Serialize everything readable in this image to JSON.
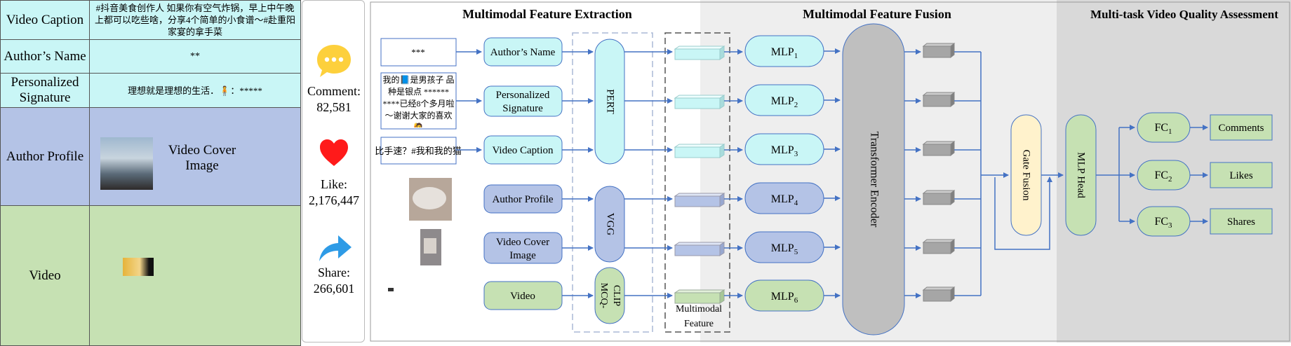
{
  "table": {
    "caption_label": "Video Caption",
    "caption_value": "#抖音美食创作人 如果你有空气炸锅，早上中午晚上都可以吃些啥，分享4个简单的小食谱～#赴重阳家宴的拿手菜",
    "author_name_label": "Author’s Name",
    "author_name_value": "**",
    "signature_label": "Personalized Signature",
    "signature_value": "理想就是理想的生活．🧍：*****",
    "author_profile_label": "Author Profile",
    "cover_label": "Video Cover Image",
    "video_label": "Video"
  },
  "engagement": {
    "comment_label": "Comment:",
    "comment_value": "82,581",
    "like_label": "Like:",
    "like_value": "2,176,447",
    "share_label": "Share:",
    "share_value": "266,601"
  },
  "sections": {
    "extraction": "Multimodal  Feature  Extraction",
    "fusion": "Multimodal  Feature  Fusion",
    "assessment": "Multi-task Video Quality Assessment"
  },
  "inputs": {
    "name_text": "***",
    "signature_text": "我的📘是男孩子 品种是银点 ****** ****已经8个多月啦～谢谢大家的喜欢🙋",
    "caption_text": "比手速？#我和我的猫"
  },
  "modalities": [
    "Author’s Name",
    "Personalized Signature",
    "Video Caption",
    "Author Profile",
    "Video Cover Image",
    "Video"
  ],
  "encoders": {
    "pert": "PERT",
    "vgg": "VGG",
    "clip": "MCQ-CLIP"
  },
  "multimodal_feature": "Multimodal Feature",
  "mlp": {
    "base": "MLP",
    "subs": [
      "1",
      "2",
      "3",
      "4",
      "5",
      "6"
    ]
  },
  "transformer": "Transformer  Encoder",
  "gate": "Gate Fusion",
  "mlp_head": "MLP Head",
  "fc": {
    "base": "FC",
    "subs": [
      "1",
      "2",
      "3"
    ]
  },
  "outputs": [
    "Comments",
    "Likes",
    "Shares"
  ],
  "colors": {
    "cyan": "#c9f6f6",
    "blue": "#b4c3e6",
    "green": "#c6e1b3",
    "gray_panel": "#eeeeee",
    "dark_panel": "#d9d9d9",
    "arrow": "#4472c4",
    "yellow": "#fff2cc",
    "transformer": "#bfbfbf"
  }
}
